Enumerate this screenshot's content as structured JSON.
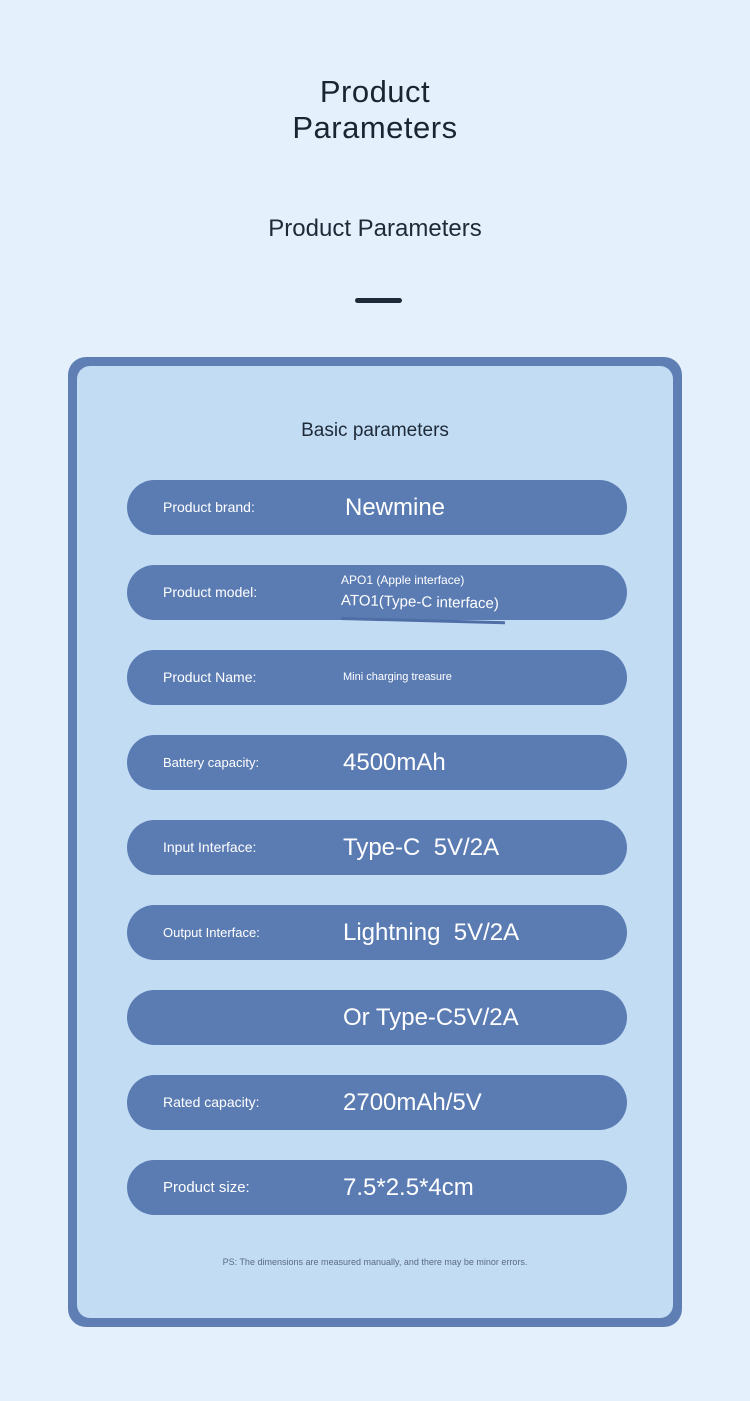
{
  "header": {
    "title_line1": "Product",
    "title_line2": "Parameters",
    "subtitle": "Product Parameters"
  },
  "panel": {
    "heading": "Basic parameters",
    "rows": [
      {
        "label": "Product brand:",
        "value": "Newmine"
      },
      {
        "label": "Product model:",
        "value_line1": "APO1 (Apple interface)",
        "value_line2": "ATO1(Type-C interface)"
      },
      {
        "label": "Product Name:",
        "value": "Mini charging treasure"
      },
      {
        "label": "Battery capacity:",
        "value": "4500mAh"
      },
      {
        "label": "Input Interface:",
        "value": "Type-C  5V/2A"
      },
      {
        "label": "Output Interface:",
        "value": "Lightning  5V/2A"
      },
      {
        "label": "",
        "value": "Or Type-C5V/2A"
      },
      {
        "label": "Rated capacity:",
        "value": "2700mAh/5V"
      },
      {
        "label": "Product size:",
        "value": "7.5*2.5*4cm"
      }
    ],
    "footnote": "PS: The dimensions are measured manually, and there may be minor errors."
  },
  "colors": {
    "background": "#e4f0fb",
    "panel_border": "#5f7fb4",
    "panel_fill": "#c2dcf4",
    "row_fill": "#5b7cb3",
    "text_dark": "#1f2a38",
    "text_light": "#ffffff"
  }
}
